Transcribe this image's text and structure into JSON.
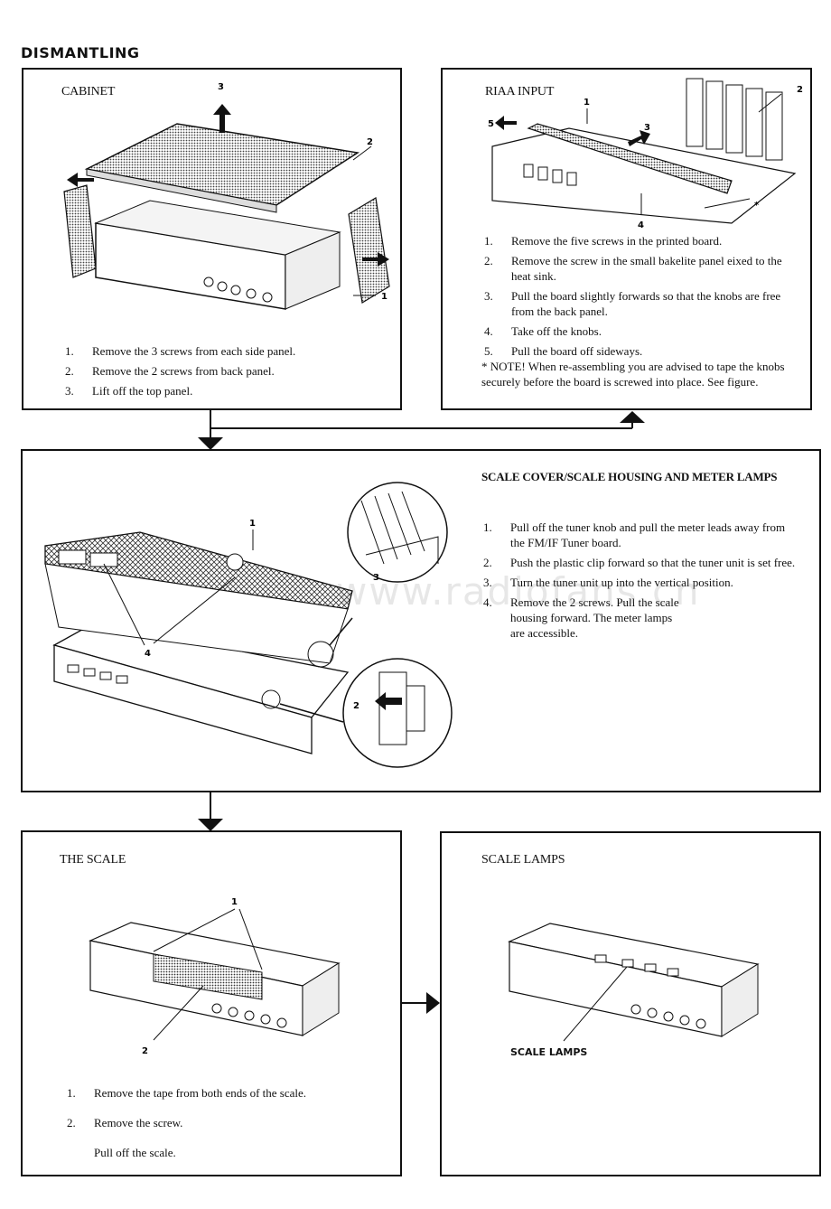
{
  "heading": "DISMANTLING",
  "watermark": "www.radiofans.cn",
  "cabinet": {
    "title": "CABINET",
    "labels": {
      "l1": "1",
      "l2": "2",
      "l3": "3"
    },
    "steps": [
      {
        "n": "1.",
        "text": "Remove the 3 screws from each side panel."
      },
      {
        "n": "2.",
        "text": "Remove the 2 screws from back panel."
      },
      {
        "n": "3.",
        "text": "Lift off the top panel."
      }
    ]
  },
  "riaa": {
    "title": "RIAA INPUT",
    "labels": {
      "l1": "1",
      "l2": "2",
      "l3": "3",
      "l4": "4",
      "l5": "5",
      "star": "*"
    },
    "steps": [
      {
        "n": "1.",
        "text": "Remove the five screws in the printed board."
      },
      {
        "n": "2.",
        "text": "Remove the screw in the small bakelite panel eixed to the heat sink."
      },
      {
        "n": "3.",
        "text": "Pull the board slightly forwards so that the knobs are free from the back panel."
      },
      {
        "n": "4.",
        "text": "Take off the knobs."
      },
      {
        "n": "5.",
        "text": "Pull the board off sideways."
      }
    ],
    "note": "* NOTE! When re-assembling you are advised to tape the knobs securely before the board is screwed into place. See figure."
  },
  "scale_cover": {
    "title": "SCALE COVER/SCALE HOUSING AND METER LAMPS",
    "labels": {
      "l1": "1",
      "l2": "2",
      "l3": "3",
      "l4": "4"
    },
    "steps": [
      {
        "n": "1.",
        "text": "Pull off the tuner knob and pull the meter leads away from the FM/IF Tuner board."
      },
      {
        "n": "2.",
        "text": "Push the plastic clip forward so that the tuner unit is set free."
      },
      {
        "n": "3.",
        "text": "Turn the tuner unit up into the vertical position."
      },
      {
        "n": "4.",
        "text": "Remove the 2 screws. Pull the scale housing forward. The meter lamps are accessible."
      }
    ]
  },
  "the_scale": {
    "title": "THE SCALE",
    "labels": {
      "l1": "1",
      "l2": "2"
    },
    "steps": [
      {
        "n": "1.",
        "text": "Remove the tape from both ends of the scale."
      },
      {
        "n": "2.",
        "text": "Remove the screw."
      },
      {
        "n": "",
        "text": "Pull off the scale."
      }
    ]
  },
  "scale_lamps": {
    "title": "SCALE LAMPS",
    "callout": "SCALE LAMPS"
  }
}
